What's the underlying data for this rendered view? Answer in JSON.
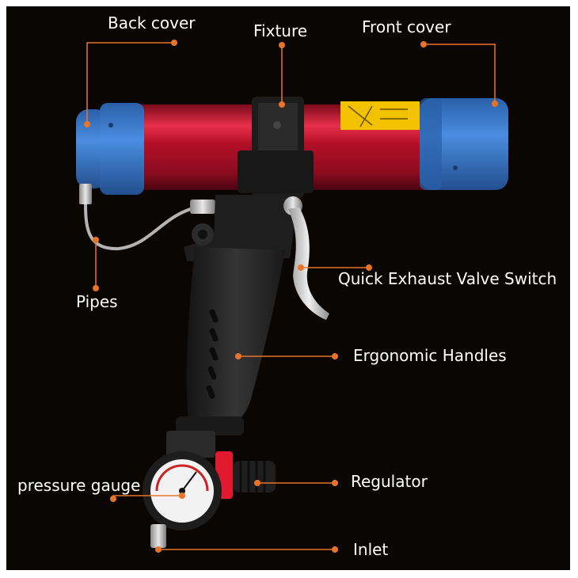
{
  "labels": {
    "back_cover": "Back cover",
    "fixture": "Fixture",
    "front_cover": "Front cover",
    "quick_exhaust": "Quick Exhaust Valve Switch",
    "pipes": "Pipes",
    "ergonomic": "Ergonomic Handles",
    "regulator": "Regulator",
    "pressure_gauge": "pressure gauge",
    "inlet": "Inlet"
  },
  "colors": {
    "background": "#0a0604",
    "leader": "#e8742a",
    "text": "#ffffff",
    "barrel": "#c8102e",
    "covers": "#3d7fd1",
    "handle": "#232323",
    "regulator_knob": "#e0192e"
  }
}
